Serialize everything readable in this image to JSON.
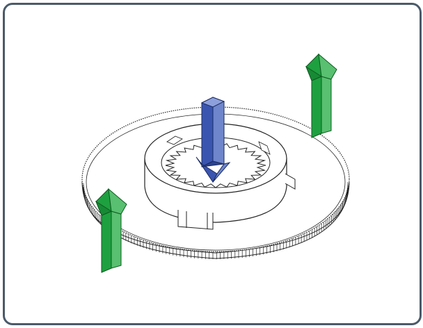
{
  "figure": {
    "subject": "",
    "arrows": [
      {
        "name": "green-up-arrow-right",
        "color": "#1fa040",
        "direction": "up"
      },
      {
        "name": "green-up-arrow-left",
        "color": "#1fa040",
        "direction": "up"
      },
      {
        "name": "blue-down-arrow-center",
        "color": "#3a55b0",
        "direction": "down"
      }
    ],
    "colors": {
      "frame": "#4a5a6a",
      "green": "#1fa040",
      "green_light": "#58c070",
      "blue": "#3a55b0",
      "blue_light": "#7088d0",
      "line": "#222222"
    }
  }
}
